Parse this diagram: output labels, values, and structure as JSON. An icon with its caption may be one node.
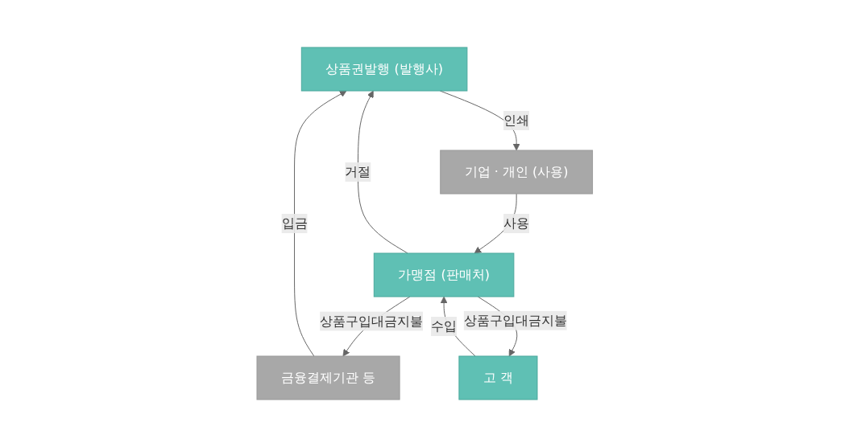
{
  "diagram": {
    "nodes": [
      {
        "text": [
          "상품권발행 (발행사)"
        ]
      },
      {
        "text": [
          "기업 · 개인 (사용)"
        ]
      },
      {
        "text": [
          "가맹점 (판매처)"
        ]
      },
      {
        "text": [
          "금융결제기관 등"
        ]
      },
      {
        "text": [
          "고 객"
        ]
      }
    ],
    "edges": [
      {
        "from": 0,
        "to": 1,
        "arrow": "to",
        "label": "인쇄"
      },
      {
        "from": 1,
        "to": 2,
        "arrow": "to",
        "label": "사용"
      },
      {
        "from": 2,
        "to": 0,
        "arrow": "to",
        "label": "거절"
      },
      {
        "from": 2,
        "to": 3,
        "arrow": "to",
        "label": "상품구입대금지불"
      },
      {
        "from": 3,
        "to": 0,
        "arrow": "to",
        "label": "입금"
      },
      {
        "from": 2,
        "to": 4,
        "arrow": "to",
        "label": "상품구입대금지불"
      },
      {
        "from": 4,
        "to": 2,
        "arrow": "to",
        "label": "수입"
      }
    ]
  }
}
